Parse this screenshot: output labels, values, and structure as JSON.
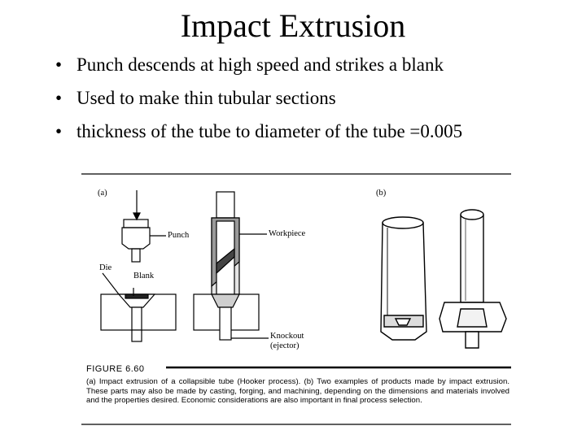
{
  "title": "Impact Extrusion",
  "bullets": [
    "Punch descends at high speed and strikes a blank",
    "Used to make thin tubular sections",
    "thickness of the tube to diameter of the tube =0.005"
  ],
  "figure": {
    "panel_a_label": "(a)",
    "panel_b_label": "(b)",
    "labels": {
      "punch": "Punch",
      "workpiece": "Workpiece",
      "die": "Die",
      "blank": "Blank",
      "knockout": "Knockout",
      "ejector": "(ejector)"
    },
    "number": "FIGURE 6.60",
    "caption": "(a) Impact extrusion of a collapsible tube (Hooker process). (b) Two examples of products made by impact extrusion. These parts may also be made by casting, forging, and machining, depending on the dimensions and materials involved and the properties desired. Economic considerations are also important in final process selection."
  }
}
